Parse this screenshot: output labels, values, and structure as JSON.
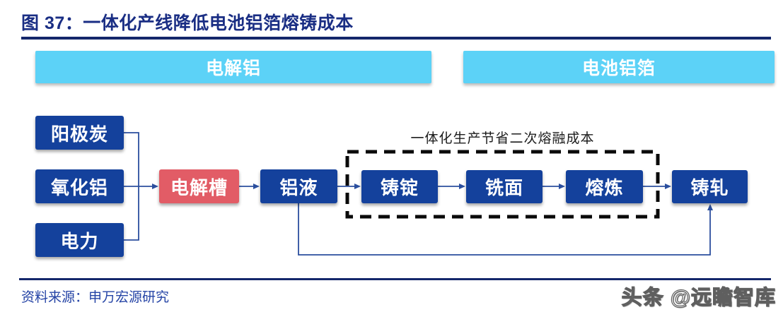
{
  "figure": {
    "title": "图 37：一体化产线降低电池铝箔熔铸成本",
    "integrated_note": "一体化生产节省二次熔融成本"
  },
  "stage_bars": [
    {
      "label": "电解铝"
    },
    {
      "label": "电池铝箔"
    }
  ],
  "nodes": {
    "inputs": [
      "阳极炭",
      "氧化铝",
      "电力"
    ],
    "cell": "电解槽",
    "molten": "铝液",
    "integrated_steps": [
      "铸锭",
      "铣面",
      "熔炼"
    ],
    "final": "铸轧"
  },
  "footer": {
    "source": "资料来源：申万宏源研究",
    "watermark": "头条 @远瞻智库"
  },
  "colors": {
    "title_navy": "#1a2e84",
    "rule_navy": "#14276b",
    "bar_cyan": "#5cd2f7",
    "box_navy": "#14419c",
    "box_red": "#e25c66",
    "line_blue": "#2b4f9e",
    "dashed_border": "#0a0a0a",
    "note_text": "#1c1c1c",
    "source_blue": "#2443a5"
  }
}
